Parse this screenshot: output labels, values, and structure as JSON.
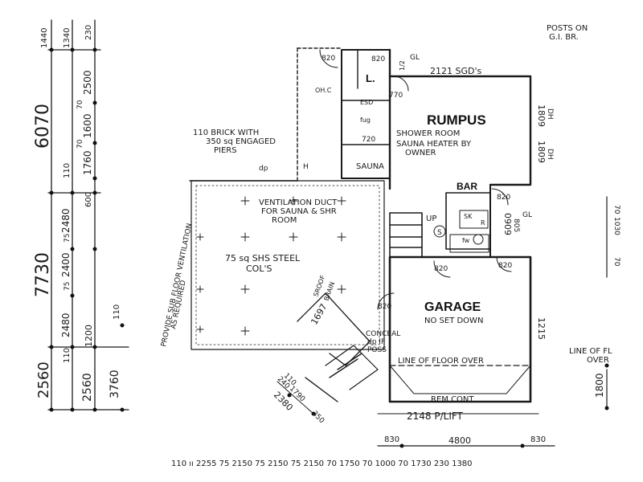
{
  "labels": {
    "posts": "POSTS ON",
    "gi_br": "G.I. BR.",
    "sgds": "2121 SGD's",
    "rumpus": "RUMPUS",
    "shower_room": "SHOWER ROOM",
    "sauna_heater_1": "SAUNA HEATER BY",
    "sauna_heater_2": "OWNER",
    "sauna": "SAUNA",
    "laundry": "L.",
    "bar": "BAR",
    "garage": "GARAGE",
    "no_set_down": "NO SET DOWN",
    "line_floor_over": "LINE OF FLOOR OVER",
    "rem_cont": "REM CONT",
    "plift": "2148 P/LIFT",
    "brick_1": "110 BRICK WITH",
    "brick_2": "350 sq ENGAGED",
    "brick_3": "PIERS",
    "vent_1": "VENTILATION DUCT",
    "vent_2": "FOR SAUNA & SHR",
    "vent_3": "ROOM",
    "steel_1": "75 sq SHS STEEL",
    "steel_2": "COL'S",
    "sub_floor": "PROVIDE SUB FLOOR VENTILATION",
    "as_required": "AS REQUIRED",
    "conceal_1": "CONCEAL",
    "conceal_2": "dp IF",
    "conceal_3": "POSS",
    "line_fl_1": "LINE OF FL",
    "line_fl_2": "OVER",
    "up": "UP",
    "ohc": "OH.C",
    "fug": "fug",
    "esd": "ESD",
    "sk": "SK",
    "r": "R",
    "fw": "fw",
    "gl_top": "GL",
    "gl_right": "GL",
    "dp": "dp",
    "h": "H",
    "s": "S",
    "door_820": "820",
    "door_770": "770",
    "door_720": "720",
    "d1809a": "1809",
    "d1809b": "1809",
    "dh_a": "DH",
    "dh_b": "DH",
    "d1215": "1215",
    "d1800": "1800",
    "d0909": "0909",
    "d805": "805",
    "d1697": "1697",
    "stair_roof": "SROOF",
    "stair_brain": "BRAIN",
    "d_1_2": "1/2"
  },
  "left_dims": {
    "d1440": "1440",
    "d1340": "1340",
    "d230": "230",
    "d6070": "6070",
    "d2500": "2500",
    "d70a": "70",
    "d1600": "1600",
    "d70b": "70",
    "d1760": "1760",
    "d110a": "110",
    "d600": "600",
    "d2480a": "2480",
    "d7730": "7730",
    "d75a": "75",
    "d2400": "2400",
    "d75b": "75",
    "d2480b": "2480",
    "d110b": "110",
    "d1200": "1200",
    "d110c": "110",
    "d2560a": "2560",
    "d2560b": "2560",
    "d3760": "3760"
  },
  "bottom_dims": {
    "row": "110 ıı 2255 75 2150 75 2150 75 2150 70 1750 70 1000 70 1730 230 1380",
    "d830a": "830",
    "d4800": "4800",
    "d830b": "830",
    "d240": "240",
    "d1790": "1790",
    "d2380": "2380",
    "d350": "350",
    "d110": "110"
  },
  "right_dims": {
    "d70": "70",
    "d1030": "1030",
    "d70b": "70"
  }
}
